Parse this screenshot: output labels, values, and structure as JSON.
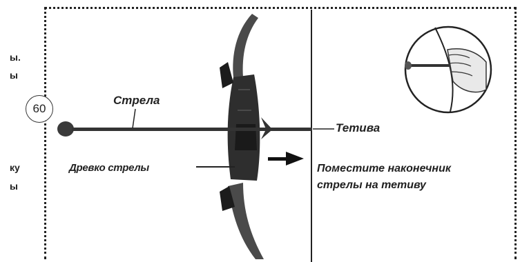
{
  "left_fragments": [
    "ы.",
    "ы",
    "ку",
    "ы"
  ],
  "step_number": "60",
  "labels": {
    "arrow": "Стрела",
    "string": "Тетива",
    "shaft": "Древко стрелы",
    "instruction_line1": "Поместите наконечник",
    "instruction_line2": "стрелы на тетиву"
  },
  "icons": [
    "bow",
    "arrow",
    "direction-arrow",
    "magnifier-hand"
  ],
  "colors": {
    "ink": "#222222",
    "bow": "#3a3a3a",
    "border": "#222222"
  }
}
